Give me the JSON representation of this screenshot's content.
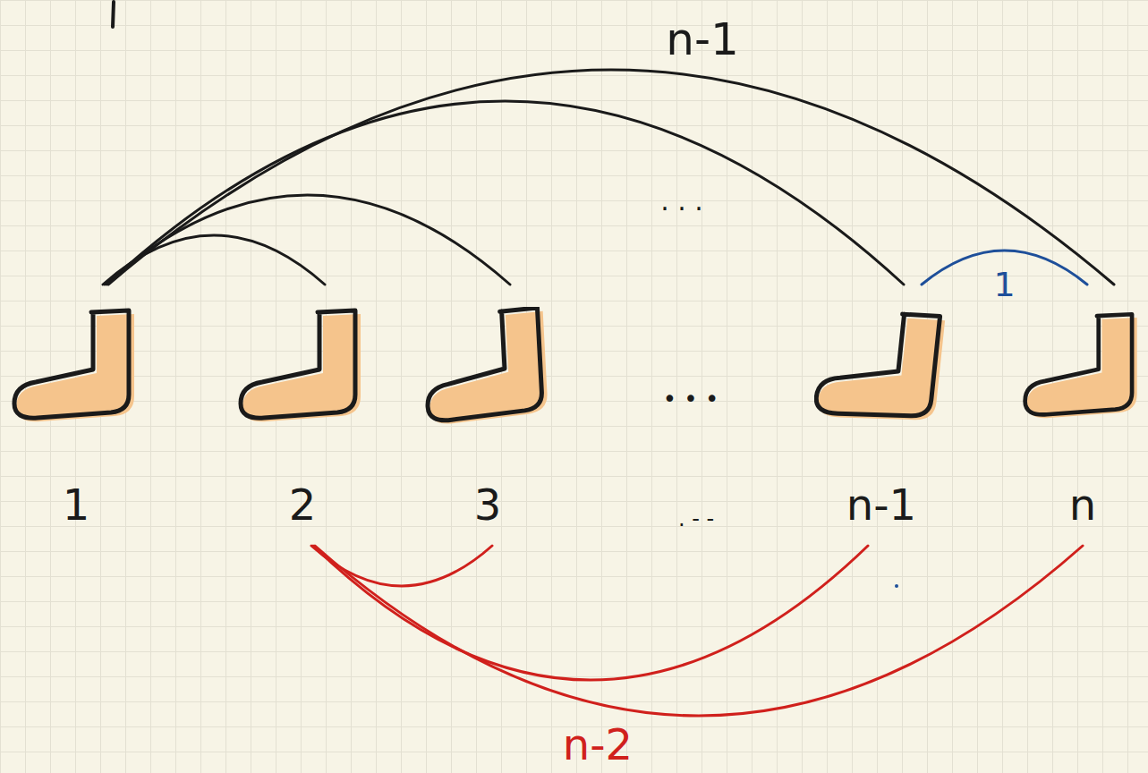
{
  "diagram": {
    "nodes": [
      {
        "text": [
          "1"
        ]
      },
      {
        "text": [
          "2"
        ]
      },
      {
        "text": [
          "3"
        ]
      },
      {
        "text": [
          "n-1"
        ]
      },
      {
        "text": [
          "n"
        ]
      }
    ],
    "edges": [
      {
        "from": 0,
        "to": 1,
        "arrow": "none"
      },
      {
        "from": 0,
        "to": 2,
        "arrow": "none"
      },
      {
        "from": 0,
        "to": 3,
        "arrow": "none"
      },
      {
        "from": 0,
        "to": 4,
        "arrow": "none"
      },
      {
        "from": 3,
        "to": 4,
        "label": "1",
        "arrow": "none"
      },
      {
        "from": 1,
        "to": 2,
        "arrow": "none"
      },
      {
        "from": 1,
        "to": 3,
        "arrow": "none"
      },
      {
        "from": 1,
        "to": 4,
        "arrow": "none"
      }
    ],
    "labels": [
      "n-1",
      "· · ·",
      "• • •",
      ". - -",
      "n-2"
    ]
  }
}
